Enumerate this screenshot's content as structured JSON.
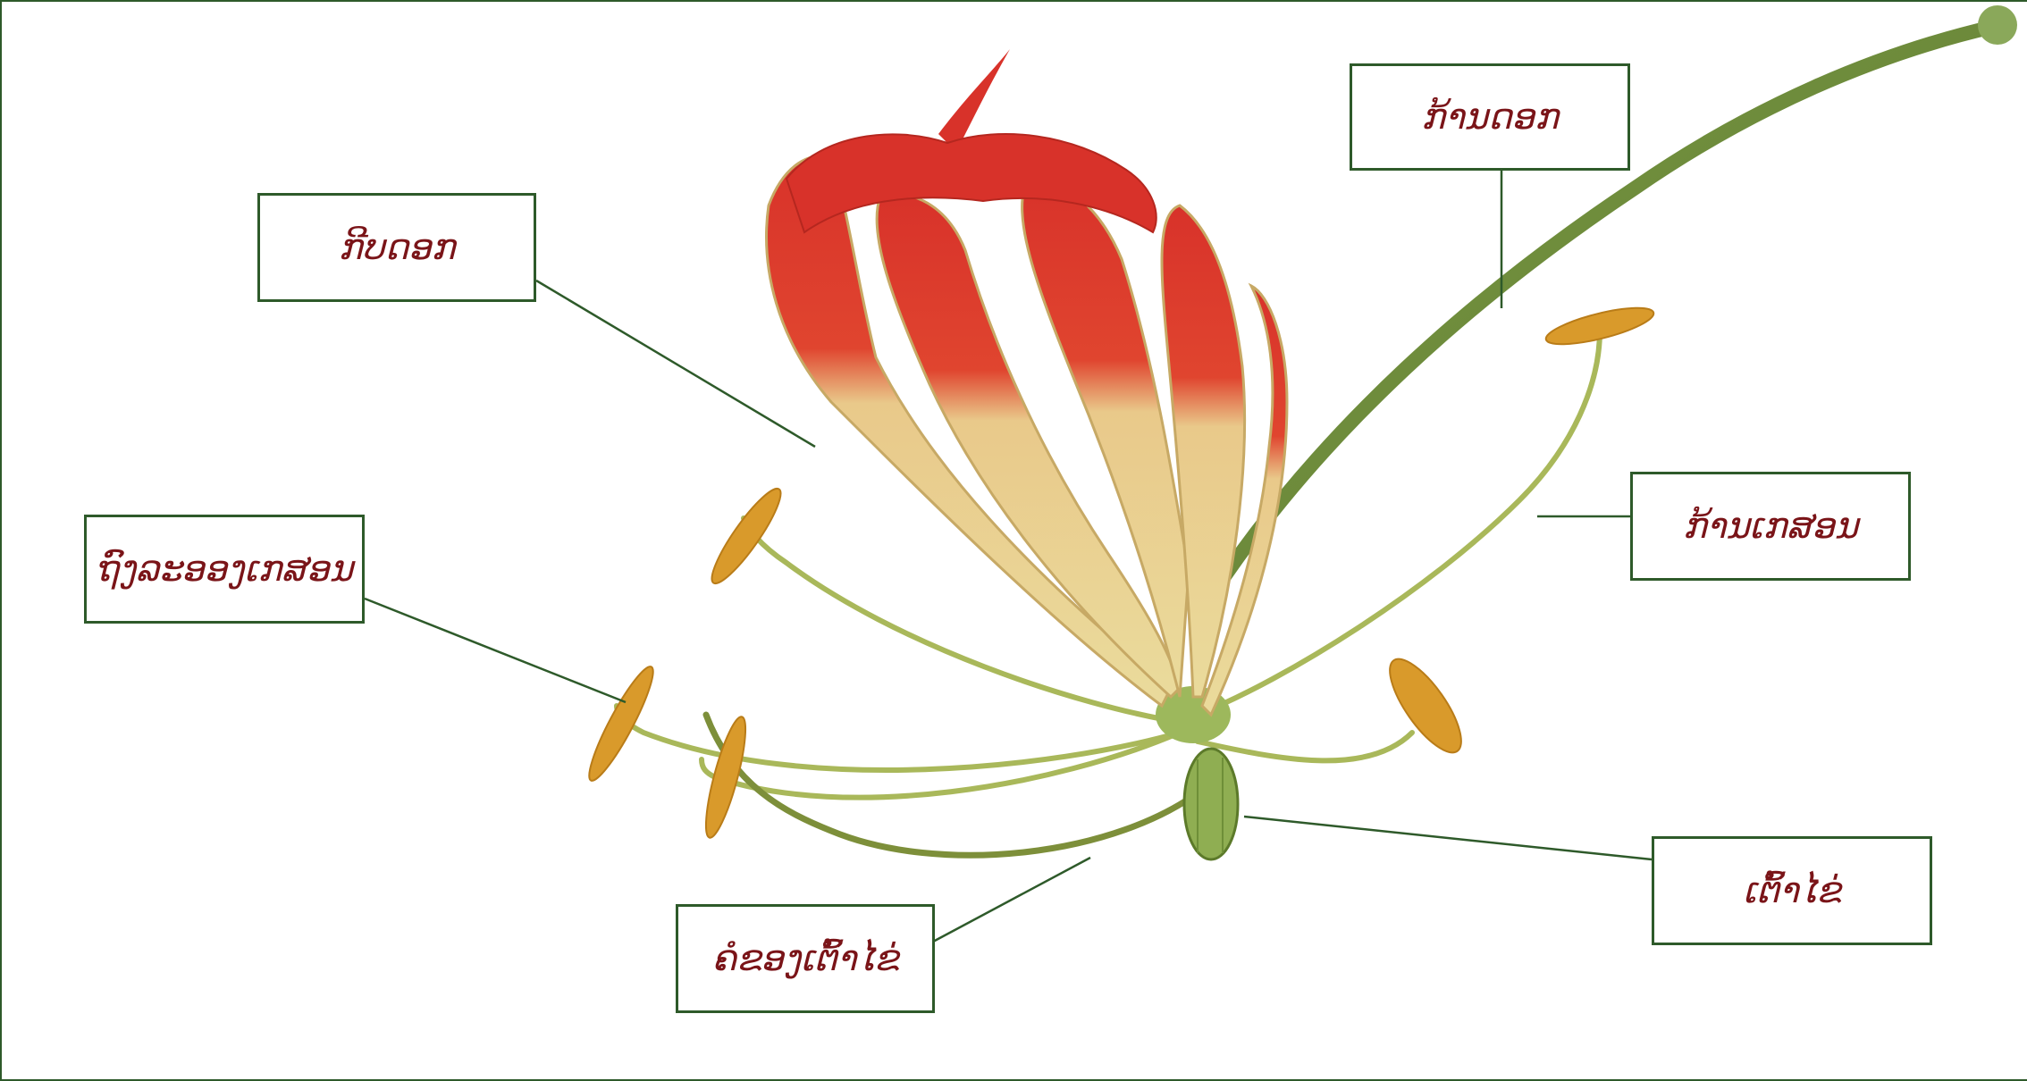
{
  "diagram": {
    "labels": {
      "petal": "ກີບດອກ",
      "flower_stalk": "ກ້ານດອກ",
      "anther": "ຖົງລະອອງເກສອນ",
      "filament": "ກ້ານເກສອນ",
      "ovary": "ເຕົ້າໄຂ່",
      "style": "ຄໍຂອງເຕົ້າໄຂ່"
    },
    "colors": {
      "frame": "#2e5a2a",
      "label_text": "#7a1418",
      "leader_line": "#2e5a2a",
      "petal_red": "#d8322a",
      "petal_cream": "#e9d38e",
      "stem_green": "#6f8a3a",
      "anther_orange": "#d99a2b"
    }
  }
}
